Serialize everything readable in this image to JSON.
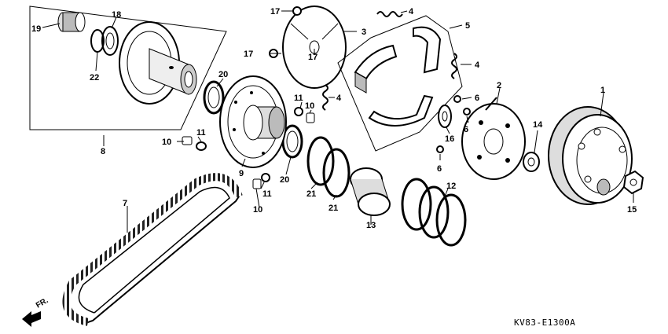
{
  "diagram": {
    "drawing_code": "KV83-E1300A",
    "direction_label": "FR.",
    "callouts": {
      "c1": "1",
      "c2": "2",
      "c3": "3",
      "c4a": "4",
      "c4b": "4",
      "c4c": "4",
      "c5": "5",
      "c6a": "6",
      "c6b": "6",
      "c6c": "6",
      "c7": "7",
      "c8": "8",
      "c9": "9",
      "c10a": "10",
      "c10b": "10",
      "c10c": "10",
      "c11a": "11",
      "c11b": "11",
      "c11c": "11",
      "c12": "12",
      "c13": "13",
      "c14": "14",
      "c15": "15",
      "c16": "16",
      "c17a": "17",
      "c17b": "17",
      "c17c": "17",
      "c18": "18",
      "c19": "19",
      "c20a": "20",
      "c20b": "20",
      "c21a": "21",
      "c21b": "21",
      "c22": "22"
    }
  }
}
